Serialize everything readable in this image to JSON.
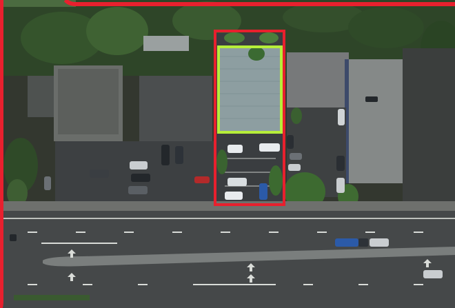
{
  "image": {
    "kind": "aerial-property-map",
    "description_layers": [
      "vegetation",
      "rooftops",
      "parking",
      "road"
    ]
  },
  "colors": {
    "boundary_red": "#e8202e",
    "highlight_green": "#b6ee3a",
    "vegetation": "#2e4a28",
    "vegetation_light": "#3f6233",
    "roof_gray": "#5a5c5a",
    "roof_light": "#8a8f8e",
    "subject_roof": "#8da0a3",
    "asphalt": "#3c3e3f",
    "road": "#454849",
    "median": "#7a7e7d",
    "lane_marking": "#d9dcd8",
    "car_white": "#e8ebee",
    "car_blue": "#2b5aa8",
    "car_red": "#b32a2a",
    "car_dark": "#23272b"
  },
  "overlays": {
    "subject_parcel": "red-outline",
    "subject_building": "green-outline",
    "corner_frame": "red-frame"
  }
}
